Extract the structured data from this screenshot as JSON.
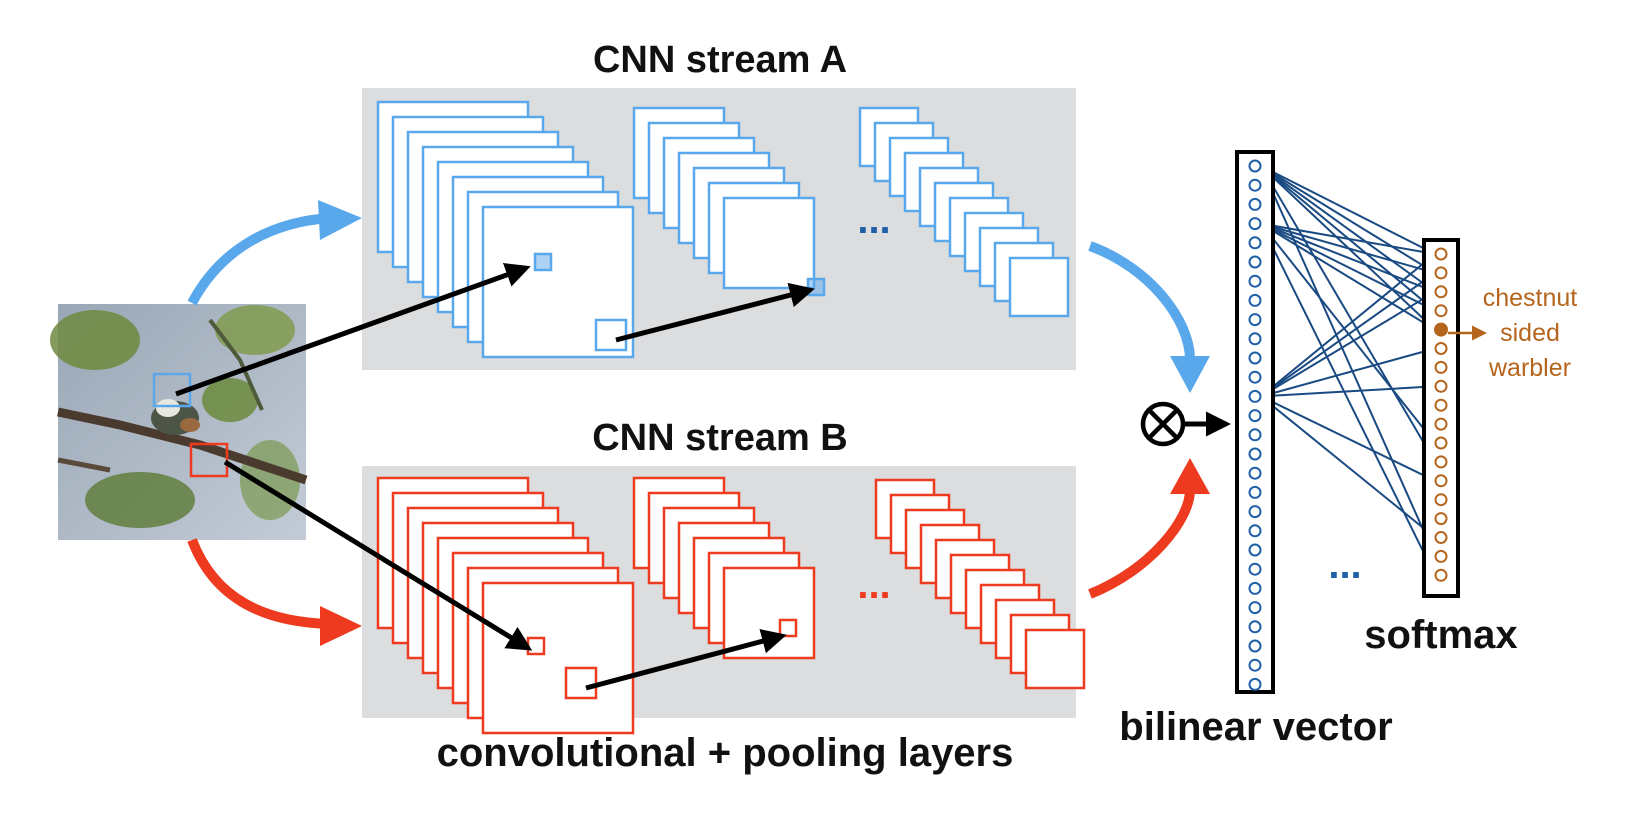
{
  "labels": {
    "stream_a_title": "CNN stream A",
    "stream_b_title": "CNN stream B",
    "layers_caption": "convolutional + pooling layers",
    "bilinear_caption": "bilinear vector",
    "softmax_caption": "softmax",
    "class_line1": "chestnut",
    "class_line2": "sided",
    "class_line3": "warbler",
    "ellipsis": "..."
  },
  "colors": {
    "stream_a": "#5aa8ec",
    "stream_b": "#ee3b1f",
    "panel": "#dcdddf",
    "bilinear_node": "#1f5fa8",
    "softmax_node": "#b5651d",
    "connection": "#1a4a82",
    "arrow": "#000000"
  },
  "icons": {
    "outer_product": "circled-times-icon",
    "input": "bird-photo"
  }
}
